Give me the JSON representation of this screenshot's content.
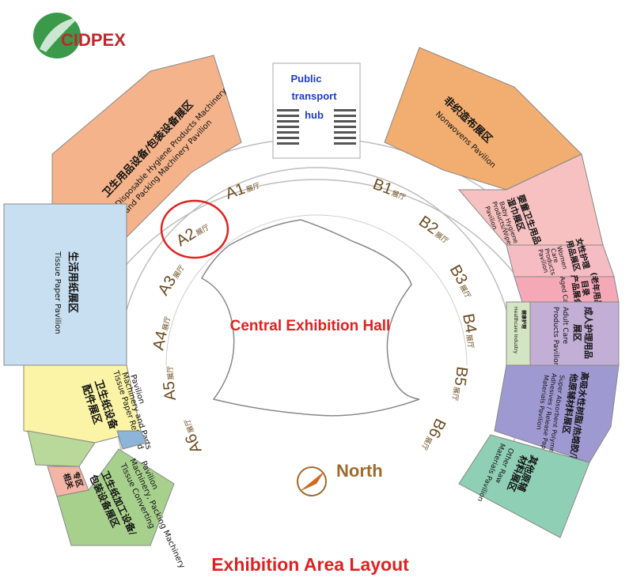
{
  "logo": {
    "text": "CIDPEX"
  },
  "title": "Exhibition Area Layout",
  "central_hall": "Central Exhibition Hall",
  "north": "North",
  "transport_hub": {
    "lines": [
      "Public",
      "transport",
      "hub"
    ]
  },
  "hall_suffix": "展厅",
  "halls_west": [
    "A1",
    "A2",
    "A3",
    "A4",
    "A5",
    "A6"
  ],
  "halls_east": [
    "B1",
    "B2",
    "B3",
    "B4",
    "B5",
    "B6"
  ],
  "highlighted_hall": "A2",
  "pavilions": {
    "hygiene_machinery": {
      "zh": "卫生用品设备/包装设备展区",
      "en1": "Disposable Hygiene Products Machinery",
      "en2": "and Packing Machinery Pavilion"
    },
    "nonwovens": {
      "zh": "非织造布展区",
      "en": "Nonwovens Pavilion"
    },
    "tissue_paper": {
      "zh": "生活用纸展区",
      "en": "Tissue Paper Pavilion"
    },
    "baby_hygiene": {
      "zh": "婴童卫生用品",
      "zh2": "湿巾展区",
      "en1": "Baby Hygiene",
      "en2": "Products/Wipes",
      "en3": "Pavilion"
    },
    "women_care": {
      "zh": "女性护理",
      "zh2": "用品展区",
      "en1": "Women",
      "en2": "Care",
      "en3": "Products",
      "en4": "Pavilion"
    },
    "aged_care": {
      "zh": "(老年用品",
      "zh2": "产品展会)",
      "zh3": "目录",
      "en": "Aged Care"
    },
    "adult_care": {
      "zh": "成人护理用品",
      "zh2": "展区",
      "en1": "Adult Care",
      "en2": "Products Pavilion",
      "small1": "健康护理",
      "small2": "Healthcare Industry"
    },
    "raw_materials": {
      "zh": "高吸水性树脂/热熔胶/离型纸及其",
      "zh2": "他原辅材料展区",
      "en1": "Super Absorbent Polymers (SAP) / Hot Melt",
      "en2": "Adhesives / Release Paper and Other Raw",
      "en3": "Materials Pavilion"
    },
    "other_raw": {
      "zh": "其他原辅",
      "zh2": "材料展区",
      "en1": "Other Raw",
      "en2": "Materials Pavilion"
    },
    "tissue_machinery": {
      "zh": "卫生纸设备",
      "zh2": "配件展区",
      "en1": "Tissue Paper Related",
      "en2": "Machinery and Parts",
      "en3": "Pavilion"
    },
    "converting_machinery": {
      "zh": "卫生纸加工设备/",
      "zh2": "包装设备展区",
      "en1": "Tissue Converting",
      "en2": "Machinery, Packing Machinery",
      "en3": "Pavilion"
    },
    "small_zone": {
      "zh": "专区",
      "zh2": "相关"
    }
  }
}
